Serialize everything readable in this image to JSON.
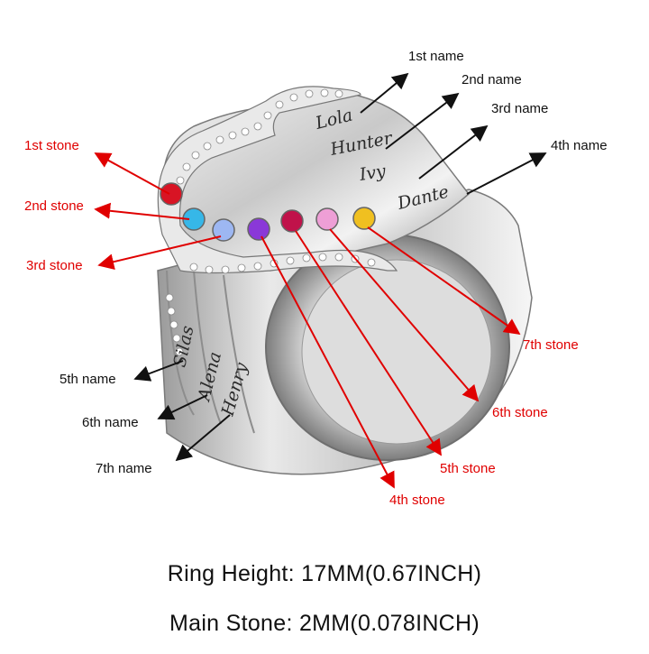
{
  "stones": [
    {
      "label": "1st stone",
      "color": "#d81424"
    },
    {
      "label": "2nd stone",
      "color": "#36b7e8"
    },
    {
      "label": "3rd stone",
      "color": "#9db7f2"
    },
    {
      "label": "4th stone",
      "color": "#8a38d8"
    },
    {
      "label": "5th stone",
      "color": "#c0124a"
    },
    {
      "label": "6th stone",
      "color": "#ee9fd6"
    },
    {
      "label": "7th stone",
      "color": "#f0c020"
    }
  ],
  "names": [
    {
      "label": "1st name",
      "engraving": "Lola"
    },
    {
      "label": "2nd name",
      "engraving": "Hunter"
    },
    {
      "label": "3rd name",
      "engraving": "Ivy"
    },
    {
      "label": "4th name",
      "engraving": "Dante"
    },
    {
      "label": "5th name",
      "engraving": "Silas"
    },
    {
      "label": "6th name",
      "engraving": "Alena"
    },
    {
      "label": "7th name",
      "engraving": "Henry"
    }
  ],
  "specs": {
    "ring_height": "Ring Height: 17MM(0.67INCH)",
    "main_stone": "Main Stone:  2MM(0.078INCH)"
  },
  "colors": {
    "stone_arrow": "#e00000",
    "name_arrow": "#111111"
  }
}
